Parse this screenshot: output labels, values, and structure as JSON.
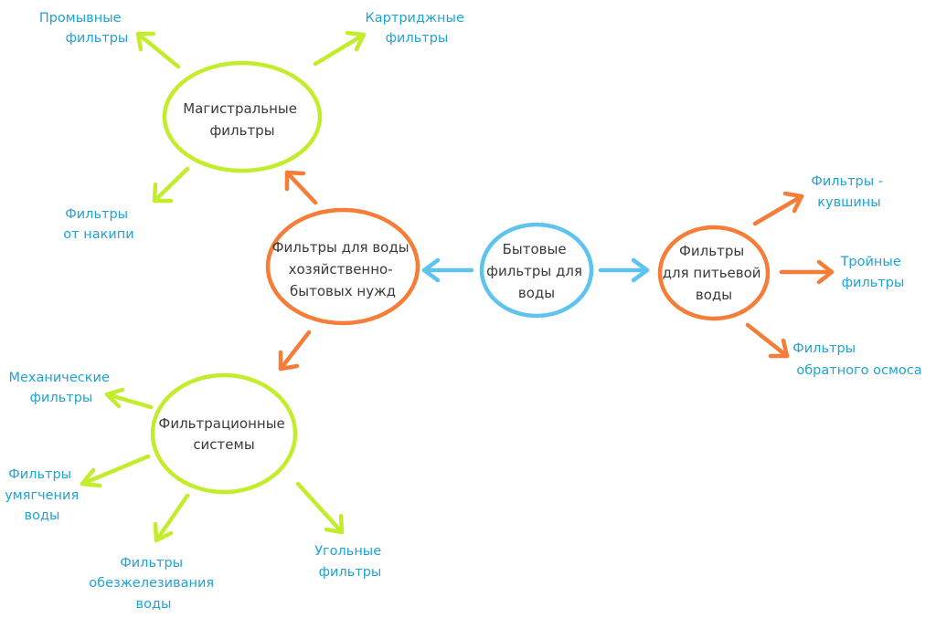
{
  "colors": {
    "center": "#5ec4ee",
    "orange": "#f57d38",
    "green": "#c3ed2c",
    "leaf_text": "#1fa3d3",
    "node_text": "#3a3a3a"
  },
  "nodes": {
    "center": {
      "lines": [
        "Бытовые",
        "фильтры для",
        "воды"
      ]
    },
    "household": {
      "lines": [
        "Фильтры для воды",
        "хозяйственно-",
        "бытовых нужд"
      ]
    },
    "drinking": {
      "lines": [
        "Фильтры",
        "для питьевой",
        "воды"
      ]
    },
    "mainline": {
      "lines": [
        "Магистральные",
        "фильтры"
      ]
    },
    "filtration": {
      "lines": [
        "Фильтрационные",
        "системы"
      ]
    }
  },
  "leaves": {
    "flushing": {
      "lines": [
        "Промывные",
        "фильтры"
      ]
    },
    "cartridge": {
      "lines": [
        "Картриджные",
        "фильтры"
      ]
    },
    "scale": {
      "lines": [
        "Фильтры",
        "от накипи"
      ]
    },
    "pitcher": {
      "lines": [
        "Фильтры -",
        "кувшины"
      ]
    },
    "triple": {
      "lines": [
        "Тройные",
        "фильтры"
      ]
    },
    "osmosis": {
      "lines": [
        "Фильтры",
        "обратного осмоса"
      ]
    },
    "mechanical": {
      "lines": [
        "Механические",
        "фильтры"
      ]
    },
    "softening": {
      "lines": [
        "Фильтры",
        "умягчения",
        "воды"
      ]
    },
    "iron": {
      "lines": [
        "Фильтры",
        "обезжелезивания",
        "воды"
      ]
    },
    "carbon": {
      "lines": [
        "Угольные",
        "фильтры"
      ]
    }
  }
}
